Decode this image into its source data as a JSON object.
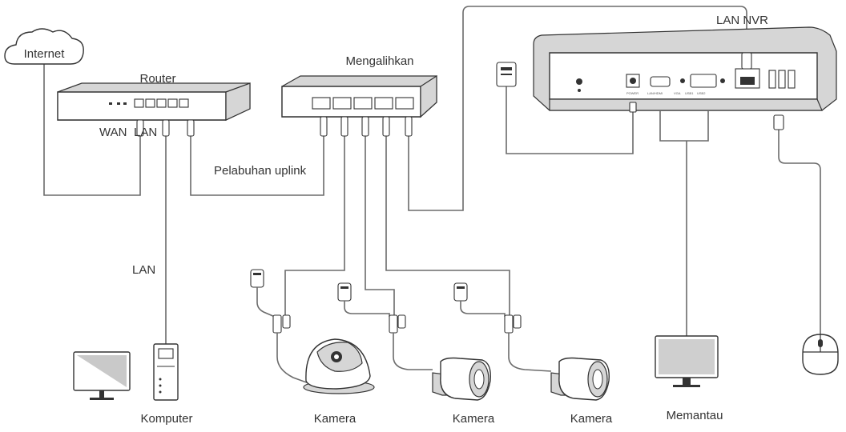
{
  "labels": {
    "internet": "Internet",
    "router": "Router",
    "wan": "WAN",
    "lan_router": "LAN",
    "switch": "Mengalihkan",
    "uplink": "Pelabuhan uplink",
    "lan_nvr": "LAN NVR",
    "lan_computer": "LAN",
    "computer": "Komputer",
    "camera_1": "Kamera",
    "camera_2": "Kamera",
    "camera_3": "Kamera",
    "monitor": "Memantau"
  },
  "nvr_panel": {
    "power": "POWER",
    "hdmi": "LAN/HDMI",
    "vga": "VGA",
    "usb1": "USB1",
    "usb2": "USB2"
  },
  "colors": {
    "line": "#6b6b6b",
    "outline": "#333333",
    "text": "#333333"
  }
}
